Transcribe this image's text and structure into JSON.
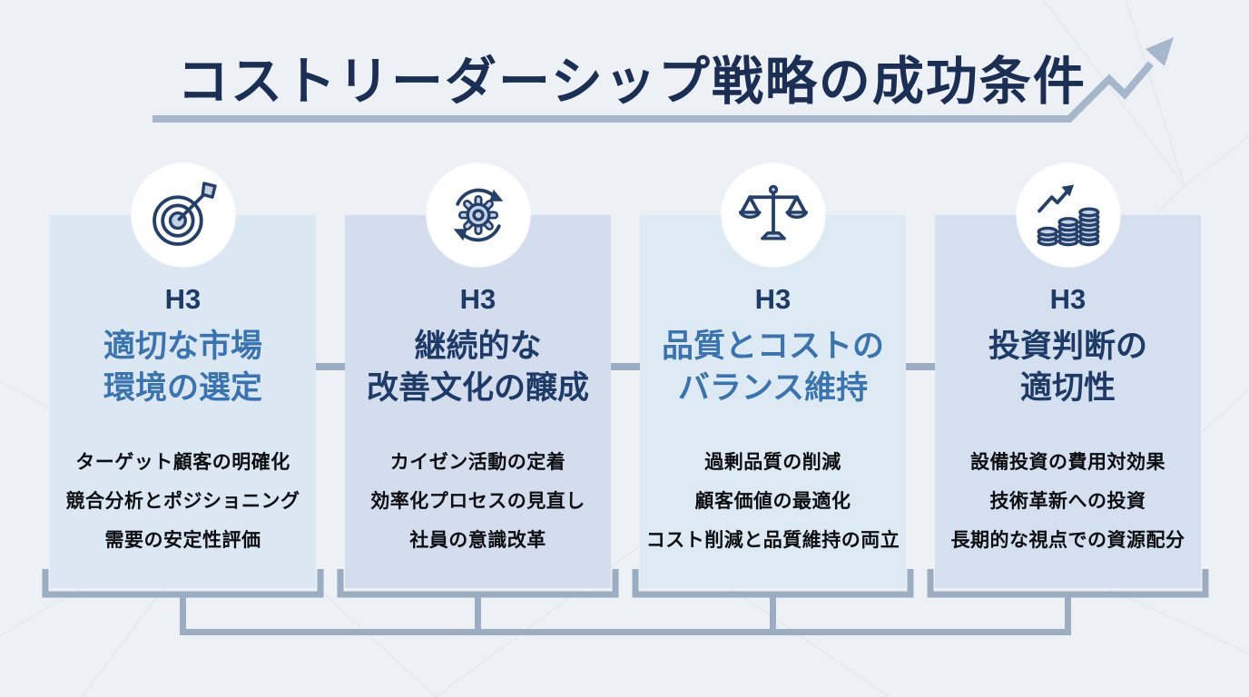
{
  "header": {
    "title": "コストリーダーシップ戦略の成功条件",
    "title_color": "#1b2f55",
    "accent_line_color": "#a7b7cb",
    "trend_arrow_icon": "trend-arrow-icon"
  },
  "colors": {
    "page-bg": "#edf1f6",
    "navy": "#1e3a66",
    "icon-stroke": "#24406a",
    "icon-fill": "#c5d2e6",
    "connector": "#9cadc2"
  },
  "cards": [
    {
      "icon": "target-icon",
      "label": "H3",
      "heading_lines": [
        "適切な市場",
        "環境の選定"
      ],
      "accent": "#3a74b0",
      "bg": "#dbe8f4",
      "bullets": [
        "ターゲット顧客の明確化",
        "競合分析とポジショニング",
        "需要の安定性評価"
      ]
    },
    {
      "icon": "cycle-gear-icon",
      "label": "H3",
      "heading_lines": [
        "継続的な",
        "改善文化の醸成"
      ],
      "accent": "#1e3a66",
      "bg": "#d3ddee",
      "bullets": [
        "カイゼン活動の定着",
        "効率化プロセスの見直し",
        "社員の意識改革"
      ]
    },
    {
      "icon": "balance-scale-icon",
      "label": "H3",
      "heading_lines": [
        "品質とコストの",
        "バランス維持"
      ],
      "accent": "#3a74b0",
      "bg": "#dde9f3",
      "bullets": [
        "過剰品質の削減",
        "顧客価値の最適化",
        "コスト削減と品質維持の両立"
      ]
    },
    {
      "icon": "coin-growth-icon",
      "label": "H3",
      "heading_lines": [
        "投資判断の",
        "適切性"
      ],
      "accent": "#1e3a66",
      "bg": "#d4dfef",
      "bullets": [
        "設備投資の費用対効果",
        "技術革新への投資",
        "長期的な視点での資源配分"
      ]
    }
  ]
}
